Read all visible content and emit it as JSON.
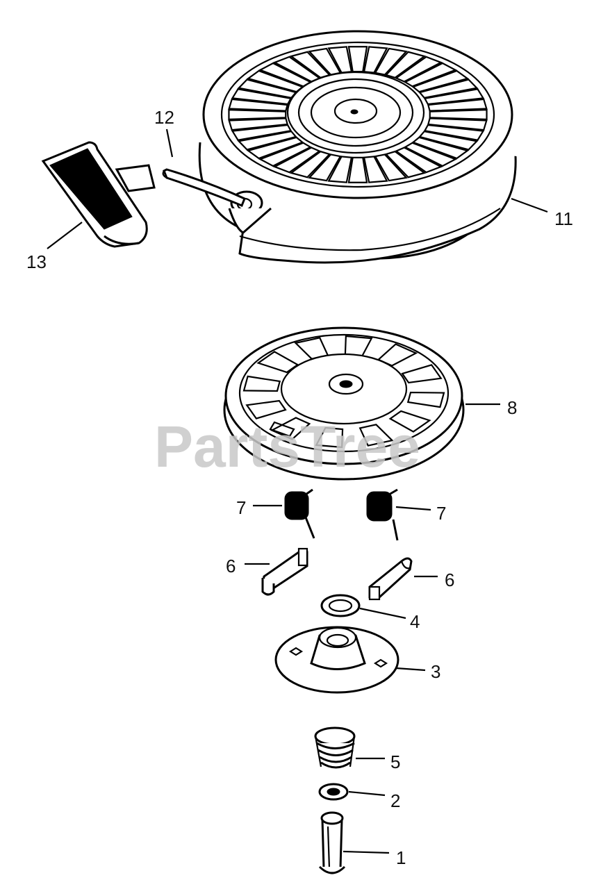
{
  "watermark": "PartsTree",
  "callouts": {
    "p1": "1",
    "p2": "2",
    "p3": "3",
    "p4": "4",
    "p5": "5",
    "p6a": "6",
    "p6b": "6",
    "p7a": "7",
    "p7b": "7",
    "p8": "8",
    "p11": "11",
    "p12": "12",
    "p13": "13"
  }
}
